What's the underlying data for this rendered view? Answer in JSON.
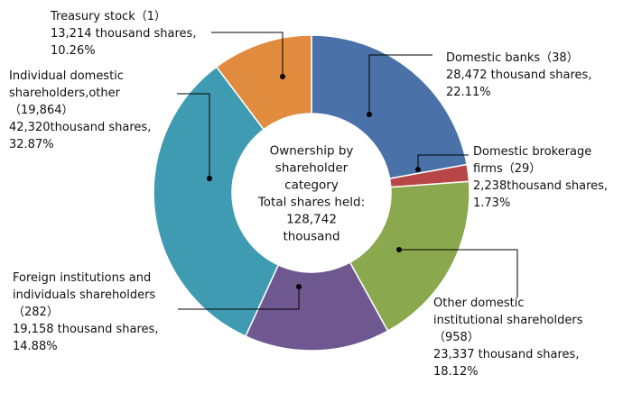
{
  "chart_data": {
    "type": "pie",
    "center_text": [
      "Ownership by",
      "shareholder",
      "category",
      "Total shares held:",
      "128,742",
      "thousand"
    ],
    "slices": [
      {
        "name": "Domestic banks",
        "count": 38,
        "shares_thousand": 28472,
        "percent": 22.11,
        "color": "#4a72a8",
        "label_lines": [
          "Domestic banks（38）",
          "28,472 thousand shares,",
          "22.11%"
        ]
      },
      {
        "name": "Domestic brokerage firms",
        "count": 29,
        "shares_thousand": 2238,
        "percent": 1.73,
        "color": "#b94646",
        "label_lines": [
          "Domestic brokerage",
          "firms（29）",
          "2,238thousand shares,",
          "1.73%"
        ]
      },
      {
        "name": "Other domestic institutional shareholders",
        "count": 958,
        "shares_thousand": 23337,
        "percent": 18.12,
        "color": "#8aa84e",
        "label_lines": [
          "Other domestic",
          "institutional shareholders",
          "（958）",
          "23,337 thousand shares,",
          "18.12%"
        ]
      },
      {
        "name": "Foreign institutions and individuals shareholders",
        "count": 282,
        "shares_thousand": 19158,
        "percent": 14.88,
        "color": "#6f5890",
        "label_lines": [
          "Foreign institutions and",
          "individuals shareholders",
          "（282）",
          "19,158 thousand shares,",
          "14.88%"
        ]
      },
      {
        "name": "Individual domestic shareholders,other",
        "count": 19864,
        "shares_thousand": 42320,
        "percent": 32.87,
        "color": "#3f9bb2",
        "label_lines": [
          "Individual domestic",
          "shareholders,other",
          "（19,864）",
          "42,320thousand shares,",
          "32.87%"
        ]
      },
      {
        "name": "Treasury stock",
        "count": 1,
        "shares_thousand": 13214,
        "percent": 10.26,
        "color": "#e08b3e",
        "label_lines": [
          "Treasury stock（1）",
          "13,214 thousand shares,",
          "10.26%"
        ]
      }
    ]
  }
}
